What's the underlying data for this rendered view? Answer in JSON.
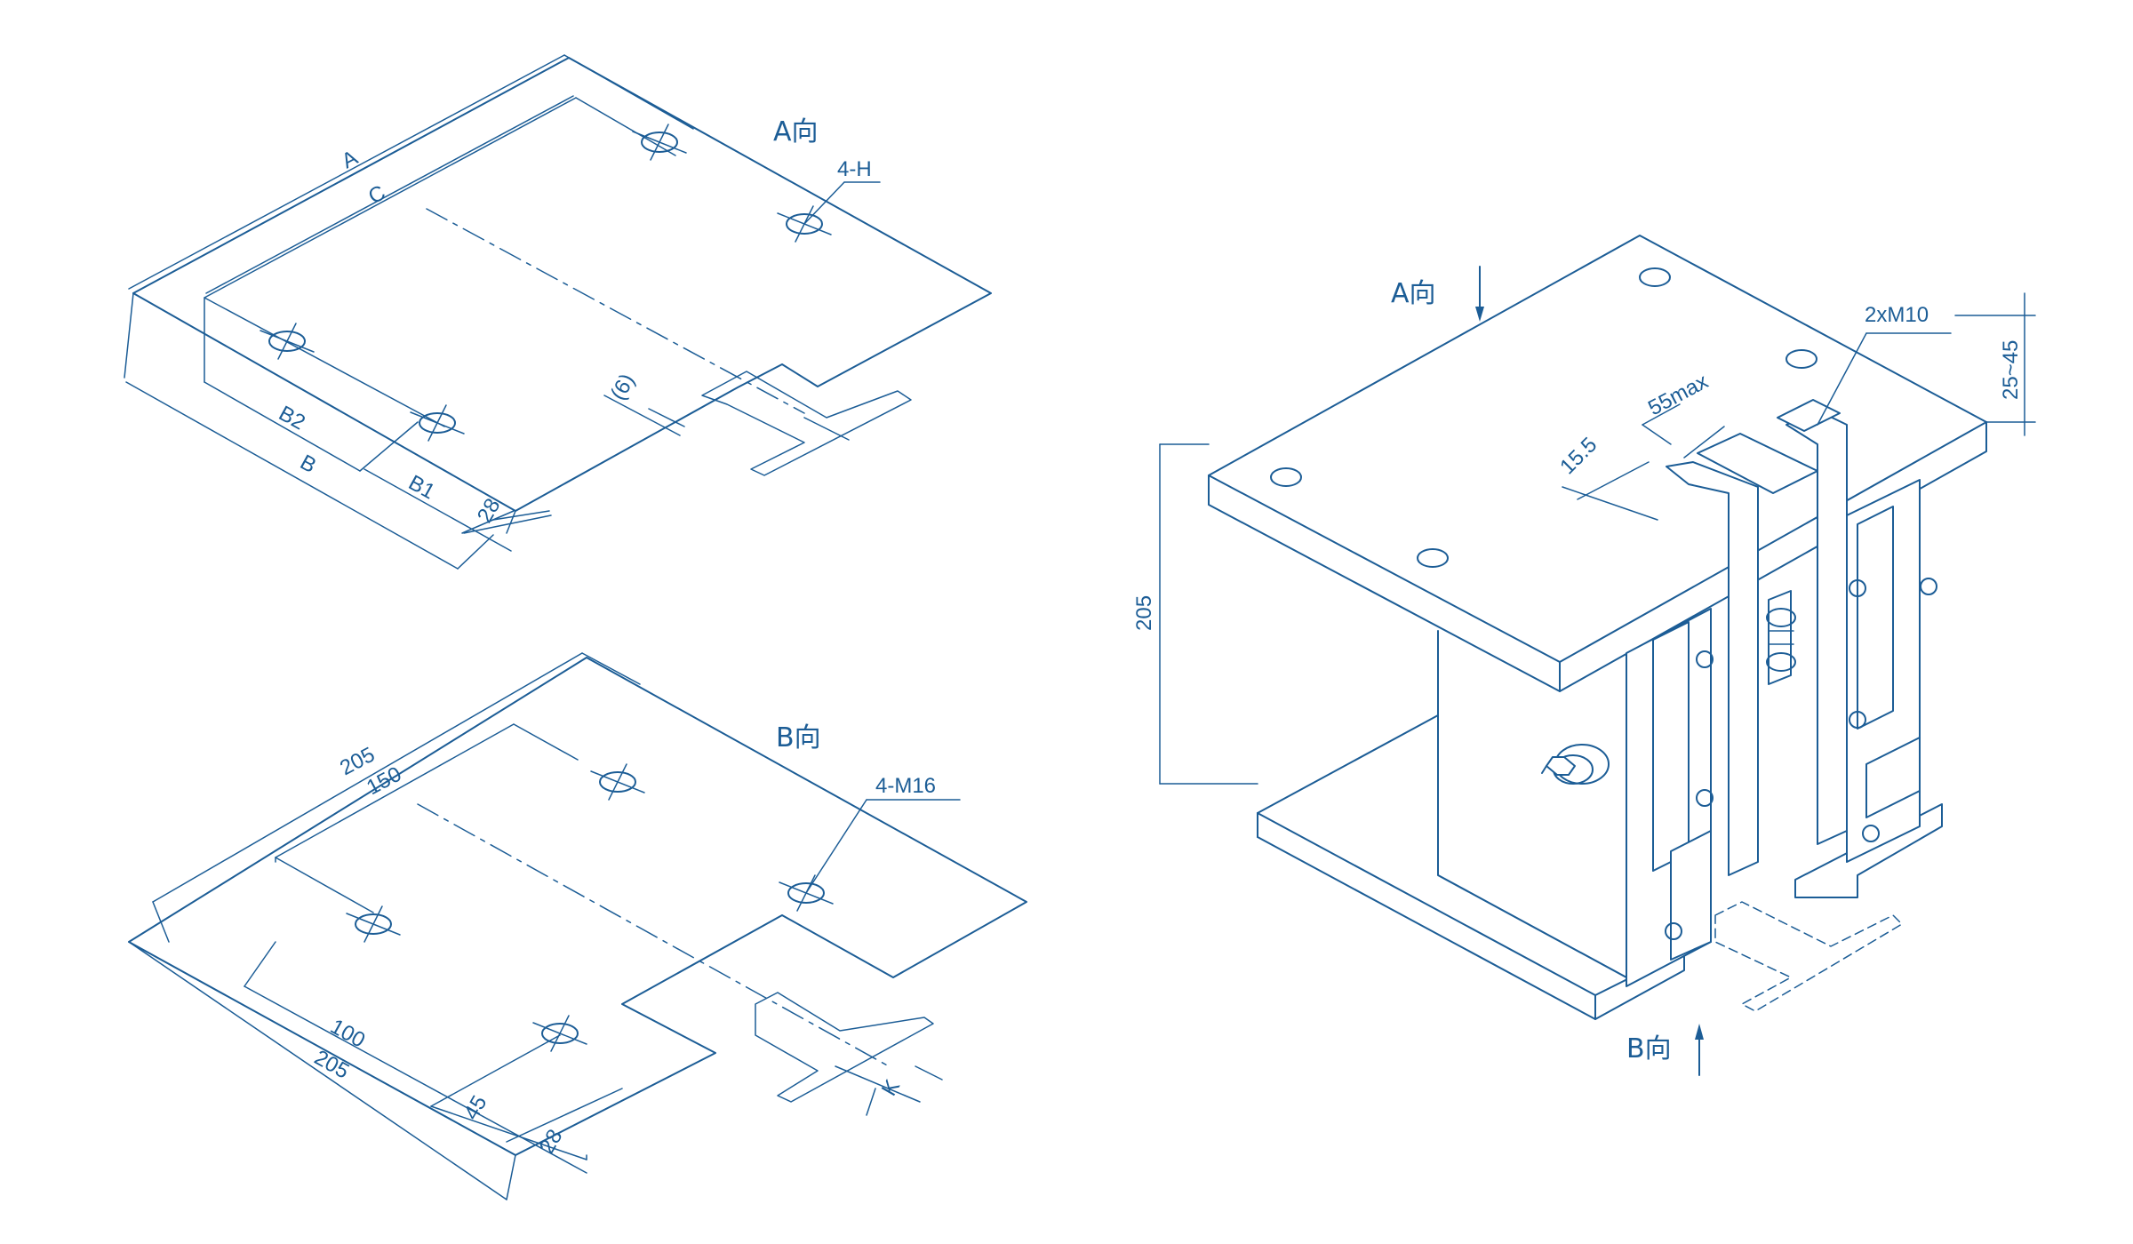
{
  "views": {
    "a_view": {
      "title": "A向",
      "holes_callout": "4-H",
      "dim_a": "A",
      "dim_c": "C",
      "dim_b2": "B2",
      "dim_b": "B",
      "dim_b1": "B1",
      "dim_28": "28",
      "dim_6": "(6)"
    },
    "b_view": {
      "title": "B向",
      "holes_callout": "4-M16",
      "dim_205_top": "205",
      "dim_150": "150",
      "dim_100": "100",
      "dim_205_bottom": "205",
      "dim_45": "45",
      "dim_28": "28",
      "dim_k": "K"
    },
    "iso_view": {
      "a_arrow_label": "A向",
      "b_arrow_label": "B向",
      "bolts_callout": "2xM10",
      "dim_height": "205",
      "dim_55max": "55max",
      "dim_15_5": "15.5",
      "dim_25_45": "25~45"
    }
  },
  "colors": {
    "line": "#1c5d96",
    "background": "#ffffff"
  }
}
